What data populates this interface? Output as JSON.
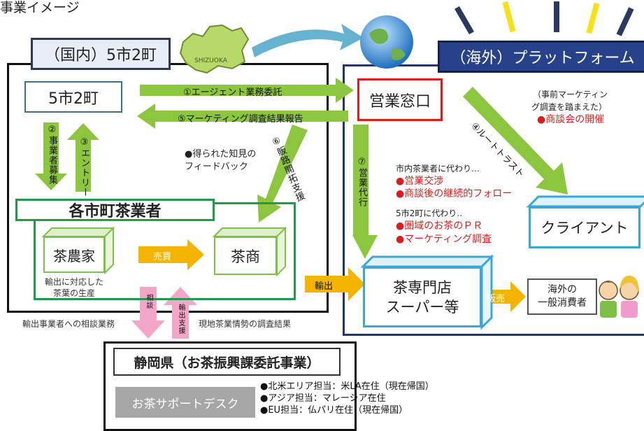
{
  "title": "事業イメージ",
  "domestic": {
    "label": "（国内）5市2町"
  },
  "overseas": {
    "label": "（海外）プラットフォーム"
  },
  "map": {
    "label": "SHIZUOKA"
  },
  "nodes": {
    "gocity": "5市2町",
    "mado": "営業窓口",
    "tea_group": "各市町茶業者",
    "farmer": "茶農家",
    "merchant": "茶商",
    "store_line1": "茶専門店",
    "store_line2": "スーパー等",
    "client": "クライアント",
    "consumer_line1": "海外の",
    "consumer_line2": "一般消費者"
  },
  "arrows": {
    "a1": "①エージェント業務委託",
    "a5": "⑤マーケティング調査結果報告",
    "a2": "②事業者募集",
    "a3": "③エントリー",
    "a4": "④ルートトラスト",
    "a6": "⑥販路開拓支援",
    "a7": "⑦営業代行",
    "baibai": "売買",
    "yushutsu": "輸出",
    "hanbai": "販売",
    "soudan": "相談",
    "yushutsu_shien": "輸出支援"
  },
  "notes": {
    "feedback": "●得られた知見の\nフィードバック",
    "pre_mkt_1": "（事前マーケティン",
    "pre_mkt_2": "グ調査を踏まえた）",
    "shodankai": "●商談会の開催",
    "shinai": "市内茶業者に代わり…",
    "eigyo_kosho": "●営業交渉",
    "follow": "●商談後の継続的フォロー",
    "gocity_kawari": "5市2町に代わり‥",
    "pr": "●圏域のお茶のＰＲ",
    "mkt_chosa": "●マーケティング調査",
    "farmer_caption_1": "輸出に対応した",
    "farmer_caption_2": "茶葉の生産",
    "soudan_gyomu": "輸出事業者への相談業務",
    "genchi": "現地茶業情勢の調査結果"
  },
  "prefecture": {
    "title": "静岡県（お茶振興課委託事業）",
    "desk": "お茶サポートデスク",
    "items": [
      "●北米エリア担当：米LA在住（現在帰国）",
      "●アジア担当：マレーシア在住",
      "●EU担当：仏パリ在住（現在帰国）"
    ]
  },
  "colors": {
    "green_arrow": "#8cc63f",
    "orange_arrow": "#f4b400",
    "pink_arrow": "#f4a6c8",
    "red": "#e01a1a",
    "navy": "#27428a",
    "sky": "#38a8d8",
    "teal_arrow": "#4aa6c7"
  }
}
